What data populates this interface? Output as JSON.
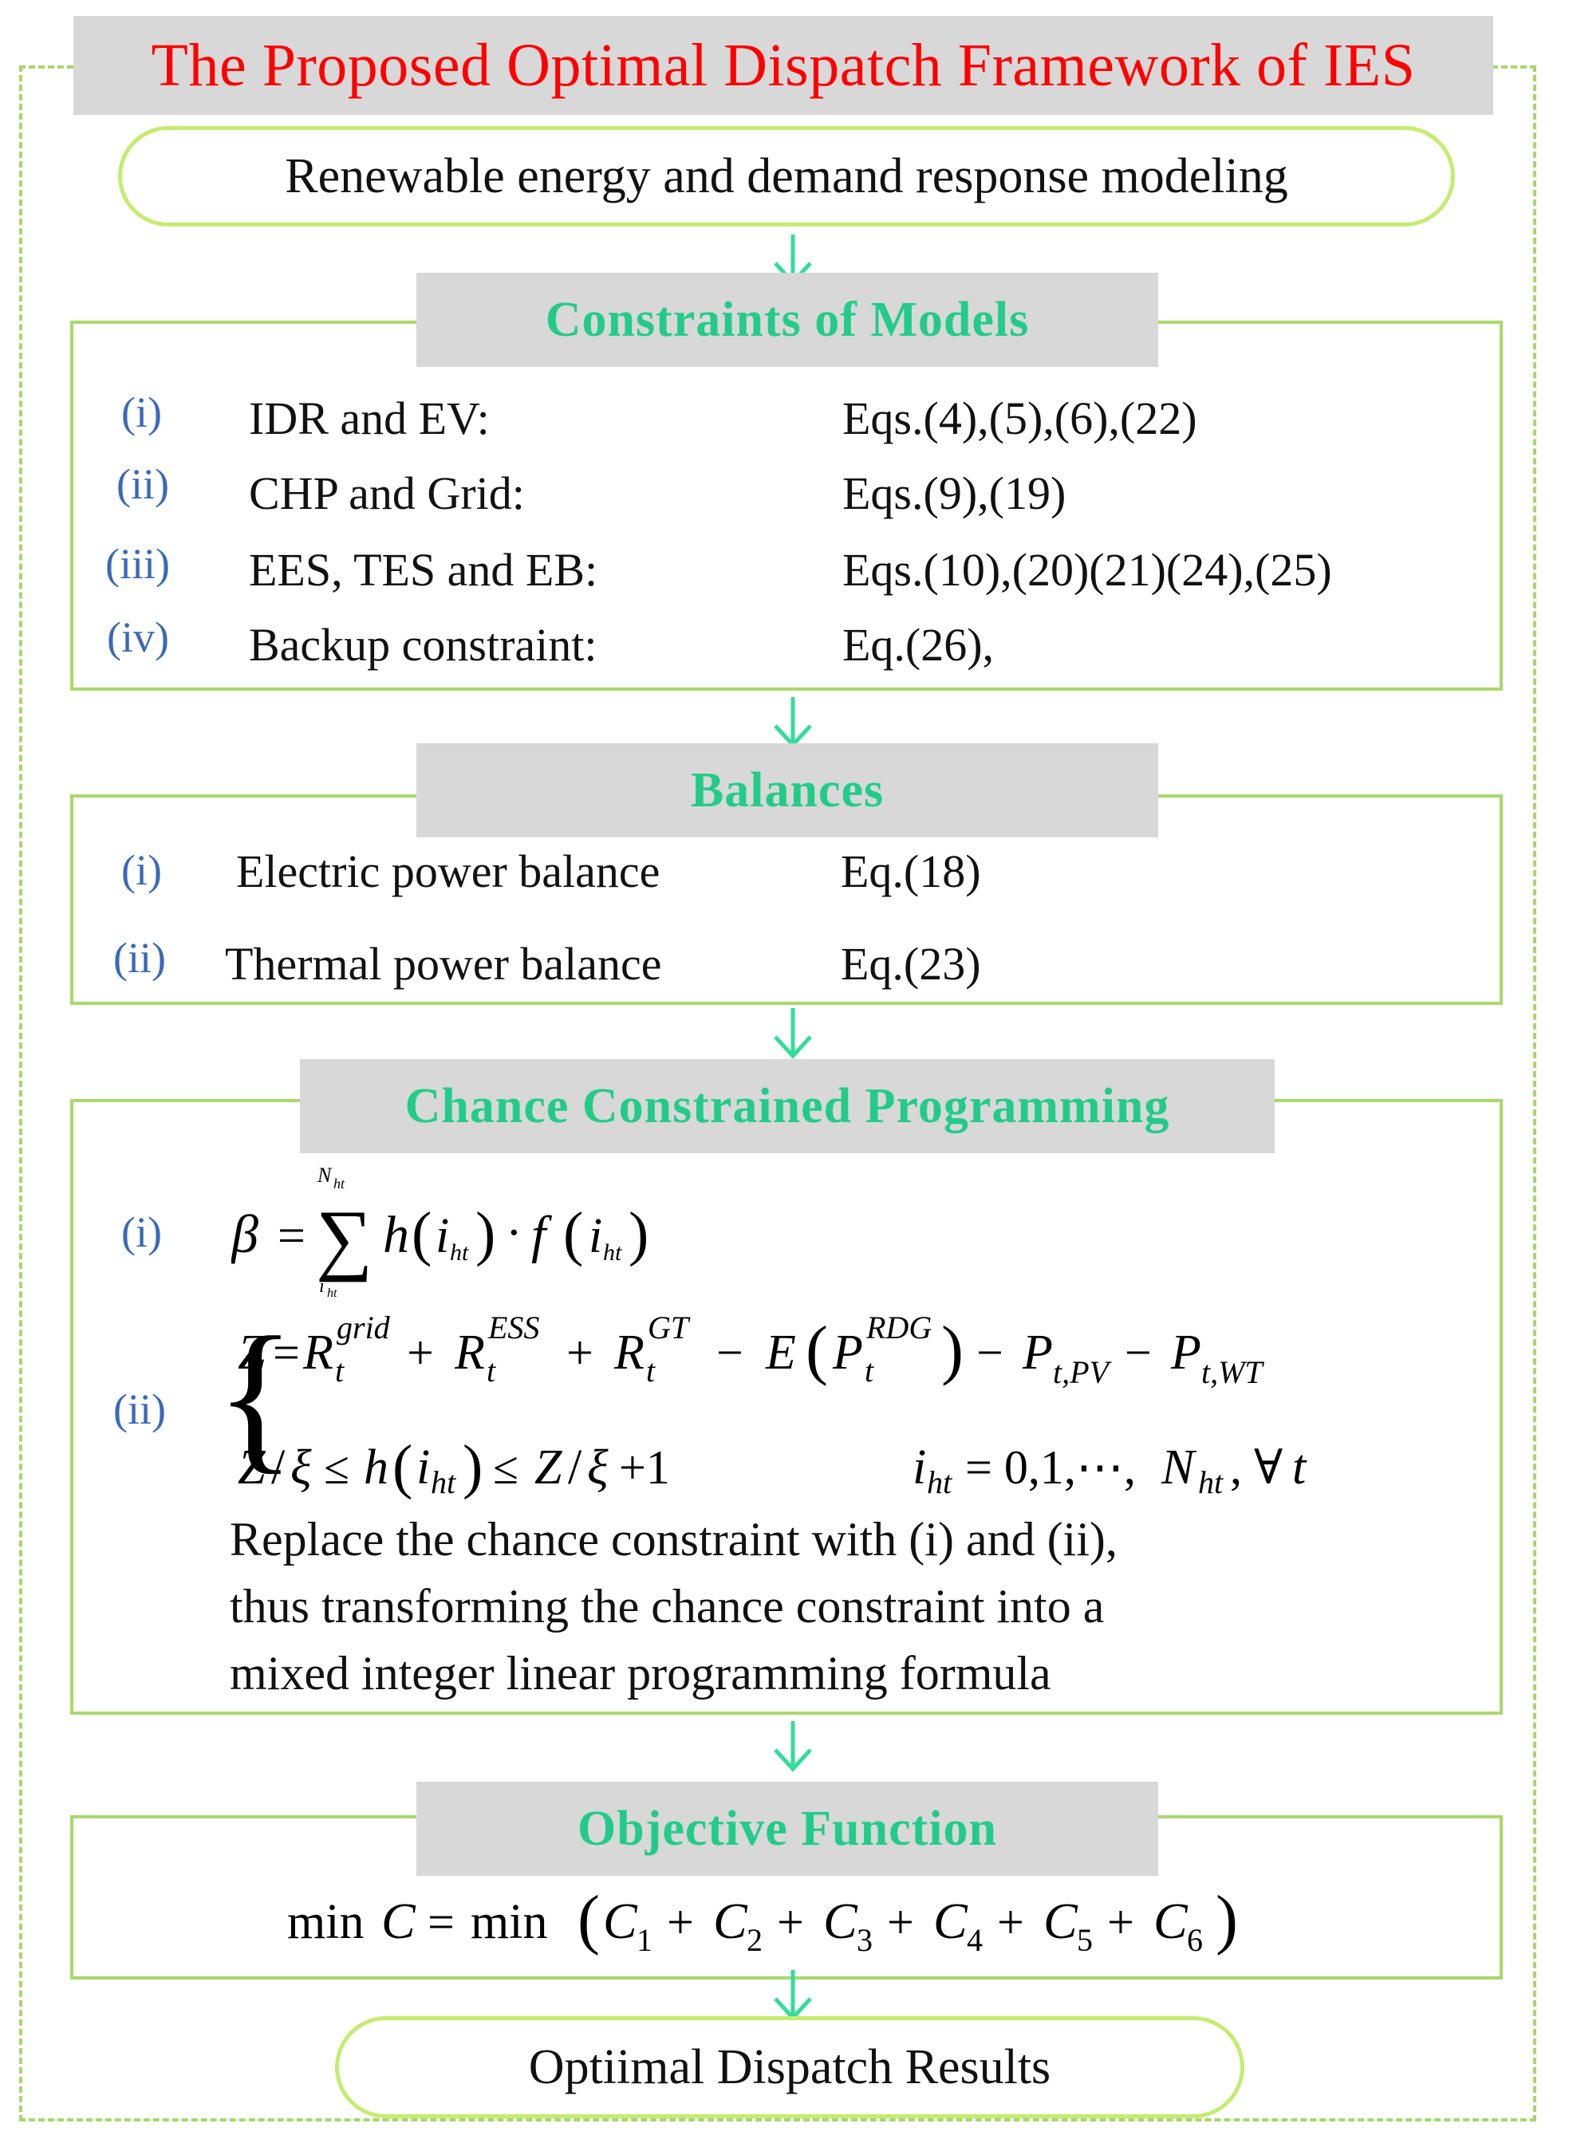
{
  "title": "The Proposed Optimal Dispatch Framework of IES",
  "start_node": "Renewable energy and demand response modeling",
  "constraints": {
    "header": "Constraints of Models",
    "items": [
      {
        "num": "(i)",
        "label": "IDR and EV:",
        "eq": "Eqs.(4),(5),(6),(22)"
      },
      {
        "num": "(ii)",
        "label": "CHP and Grid:",
        "eq": "Eqs.(9),(19)"
      },
      {
        "num": "(iii)",
        "label": "EES, TES and EB:",
        "eq": "Eqs.(10),(20)(21)(24),(25)"
      },
      {
        "num": "(iv)",
        "label": "Backup constraint:",
        "eq": "Eq.(26),"
      }
    ]
  },
  "balances": {
    "header": "Balances",
    "items": [
      {
        "num": "(i)",
        "label": "Electric power balance",
        "eq": "Eq.(18)"
      },
      {
        "num": "(ii)",
        "label": "Thermal power balance",
        "eq": "Eq.(23)"
      }
    ]
  },
  "ccp": {
    "header": "Chance Constrained Programming",
    "num1": "(i)",
    "num2": "(ii)",
    "paragraph": [
      "Replace the chance constraint with (i) and (ii),",
      "thus transforming the chance constraint into a",
      "mixed integer linear programming formula"
    ]
  },
  "objective": {
    "header": "Objective Function"
  },
  "end_node": "Optiimal Dispatch Results",
  "colors": {
    "title": "#ff0000",
    "header_text": "#22cc88",
    "header_bg": "#d8d8d8",
    "border": "#a8d96a",
    "arrow": "#33dd99",
    "numbering": "#3a6ab8"
  }
}
